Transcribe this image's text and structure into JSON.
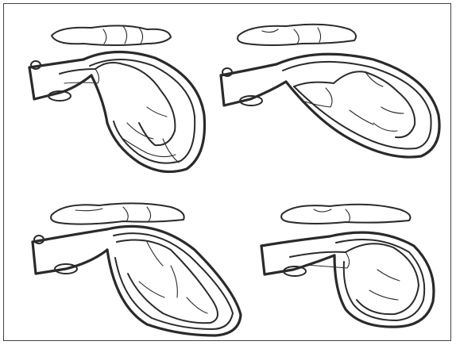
{
  "figure": {
    "panels": [
      {
        "id": "top-left",
        "description_icon": "uterus-fetus-illustration"
      },
      {
        "id": "top-right",
        "description_icon": "uterus-fetus-illustration"
      },
      {
        "id": "bottom-left",
        "description_icon": "uterus-fetus-illustration"
      },
      {
        "id": "bottom-right",
        "description_icon": "uterus-fetus-illustration"
      }
    ],
    "border_color": "#444444",
    "line_color": "#2a2a2a",
    "background": "#ffffff"
  }
}
